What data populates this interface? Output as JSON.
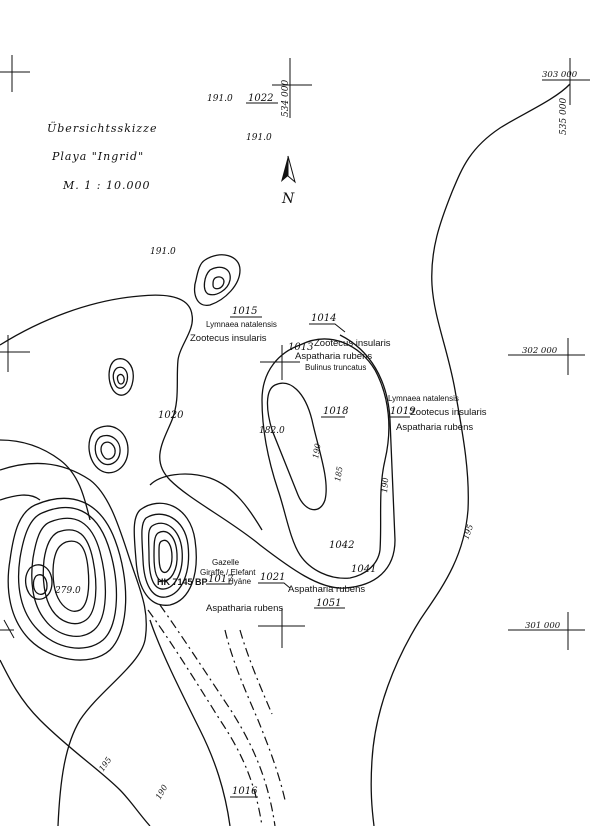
{
  "title": {
    "line1": "Übersichtsskizze",
    "line2": "Playa \"Ingrid\"",
    "line3": "M.  1 : 10.000"
  },
  "north": "N",
  "grid": {
    "x_top": "534 000",
    "x_right": "535 000",
    "y_303": "303 000",
    "y_302": "302 000",
    "y_301": "301 000"
  },
  "elevations": {
    "e1": "191.0",
    "e2": "191.0",
    "e3": "191.0",
    "e4": "182.0",
    "e5": "279.0",
    "c190a": "190",
    "c185": "185",
    "c190b": "190",
    "c195a": "195",
    "c195b": "195",
    "c190c": "190"
  },
  "sites": {
    "s1022": "1022",
    "s1015": "1015",
    "s1014": "1014",
    "s1013": "1013",
    "s1020": "1020",
    "s1018": "1018",
    "s1019": "1019",
    "s1042": "1042",
    "s1041": "1041",
    "s1021": "1021",
    "s1017": "1017",
    "s1051": "1051",
    "s1016": "1016"
  },
  "labels": {
    "lymnaea1": "Lymnaea natalensis",
    "zootecus1": "Zootecus insularis",
    "zootecus2": "Zootecus insularis",
    "aspatharia1": "Aspatharia rubens",
    "bulinus": "Bulinus truncatus",
    "lymnaea2": "Lymnaea natalensis",
    "zootecus3": "Zootecus insularis",
    "aspatharia2": "Aspatharia rubens",
    "gazelle": "Gazelle",
    "giraffe": "Giraffe / Elefant",
    "hyaene": "Hyäne",
    "hk": "HK 7145 BP",
    "aspatharia3": "Aspatharia rubens",
    "aspatharia4": "Aspatharia rubens"
  }
}
